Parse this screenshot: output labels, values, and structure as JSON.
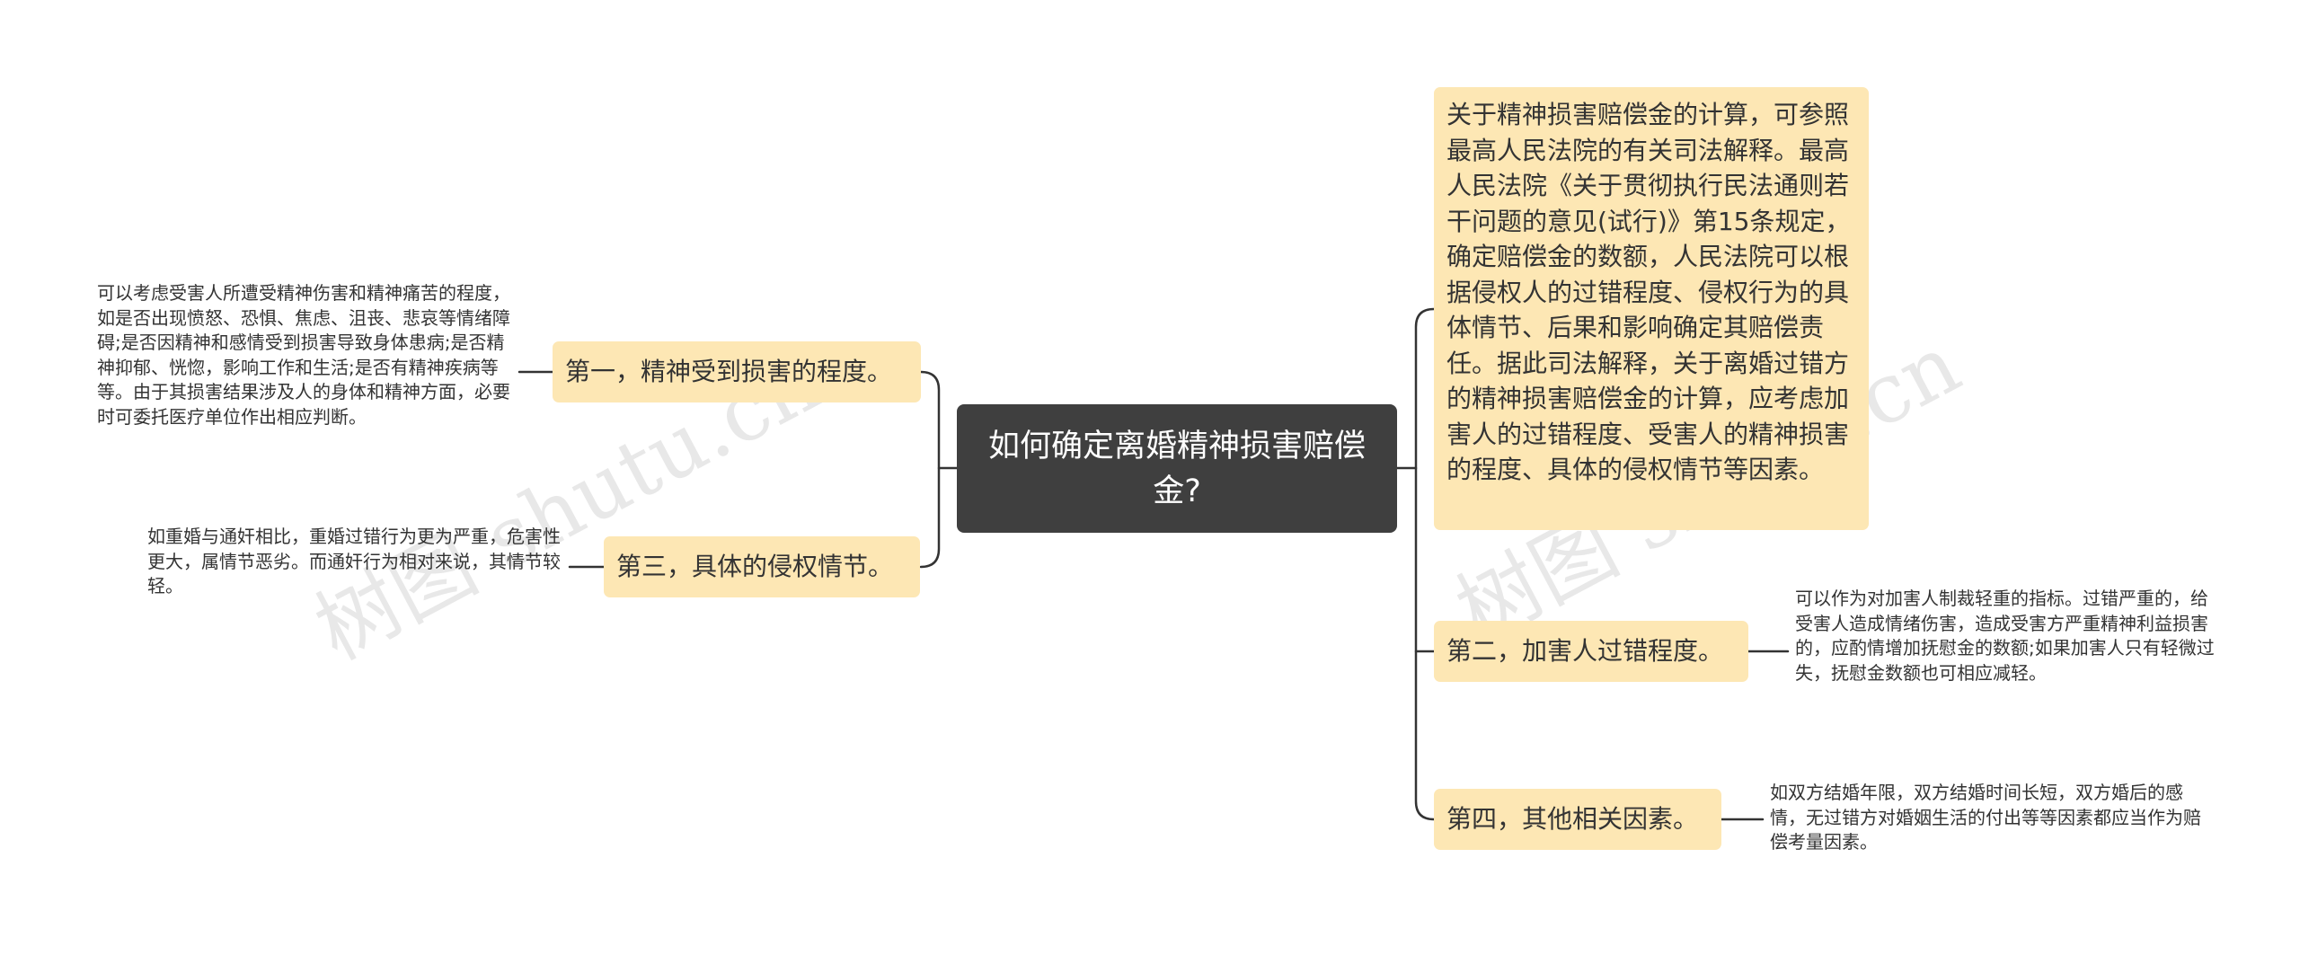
{
  "center": {
    "title": "如何确定离婚精神损害赔偿金?"
  },
  "branches": {
    "first": {
      "label": "第一，精神受到损害的程度。",
      "detail": "可以考虑受害人所遭受精神伤害和精神痛苦的程度，如是否出现愤怒、恐惧、焦虑、沮丧、悲哀等情绪障碍;是否因精神和感情受到损害导致身体患病;是否精神抑郁、恍惚，影响工作和生活;是否有精神疾病等等。由于其损害结果涉及人的身体和精神方面，必要时可委托医疗单位作出相应判断。"
    },
    "third": {
      "label": "第三，具体的侵权情节。",
      "detail": "如重婚与通奸相比，重婚过错行为更为严重，危害性更大，属情节恶劣。而通奸行为相对来说，其情节较轻。"
    },
    "calc": {
      "text": "关于精神损害赔偿金的计算，可参照最高人民法院的有关司法解释。最高人民法院《关于贯彻执行民法通则若干问题的意见(试行)》第15条规定，确定赔偿金的数额，人民法院可以根据侵权人的过错程度、侵权行为的具体情节、后果和影响确定其赔偿责任。据此司法解释，关于离婚过错方的精神损害赔偿金的计算，应考虑加害人的过错程度、受害人的精神损害的程度、具体的侵权情节等因素。"
    },
    "second": {
      "label": "第二，加害人过错程度。",
      "detail": "可以作为对加害人制裁轻重的指标。过错严重的，给受害人造成情绪伤害，造成受害方严重精神利益损害的，应酌情增加抚慰金的数额;如果加害人只有轻微过失，抚慰金数额也可相应减轻。"
    },
    "fourth": {
      "label": "第四，其他相关因素。",
      "detail": "如双方结婚年限，双方结婚时间长短，双方婚后的感情，无过错方对婚姻生活的付出等等因素都应当作为赔偿考量因素。"
    }
  },
  "watermark": {
    "left": "树图 shutu.cn",
    "right": "树图 shutu.cn"
  },
  "colors": {
    "center_fill": "#3f3f3f",
    "branch_fill": "#fde7b4",
    "connector": "#333333",
    "background": "#ffffff"
  }
}
